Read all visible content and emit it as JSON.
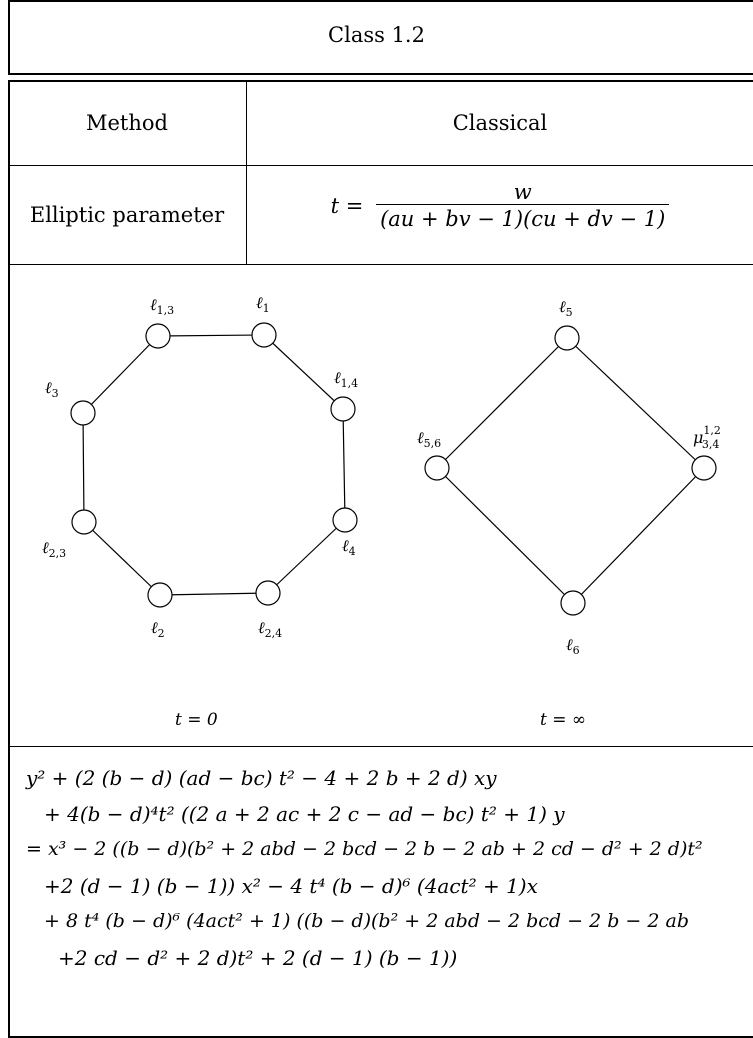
{
  "title": "Class 1.2",
  "method_label": "Method",
  "method_value": "Classical",
  "param_label": "Elliptic parameter",
  "param_formula": {
    "lhs": "t =",
    "numerator": "w",
    "denominator": "(au + bv − 1)(cu + dv − 1)"
  },
  "graph_left": {
    "caption": "t = 0",
    "nodes": [
      "ℓ1,3",
      "ℓ1",
      "ℓ3",
      "ℓ1,4",
      "ℓ2,3",
      "ℓ4",
      "ℓ2",
      "ℓ2,4"
    ]
  },
  "graph_right": {
    "caption": "t = ∞",
    "nodes": [
      "ℓ5",
      "ℓ5,6",
      "μ1,2 3,4",
      "ℓ6"
    ]
  },
  "equation_lines": [
    "y² + (2 (b − d) (ad − bc) t² − 4 + 2 b + 2 d) xy",
    "+ 4(b − d)⁴t² ((2 a + 2 ac + 2 c − ad − bc) t² + 1) y",
    "= x³ − 2 ((b − d)(b² + 2 abd − 2 bcd − 2 b − 2 ab + 2 cd − d² + 2 d)t²",
    "+2 (d − 1) (b − 1)) x² − 4 t⁴ (b − d)⁶ (4act² + 1)x",
    "+ 8 t⁴ (b − d)⁶ (4act² + 1) ((b − d)(b² + 2 abd − 2 bcd − 2 b − 2 ab",
    "+2 cd − d² + 2 d)t² + 2 (d − 1) (b − 1))"
  ]
}
